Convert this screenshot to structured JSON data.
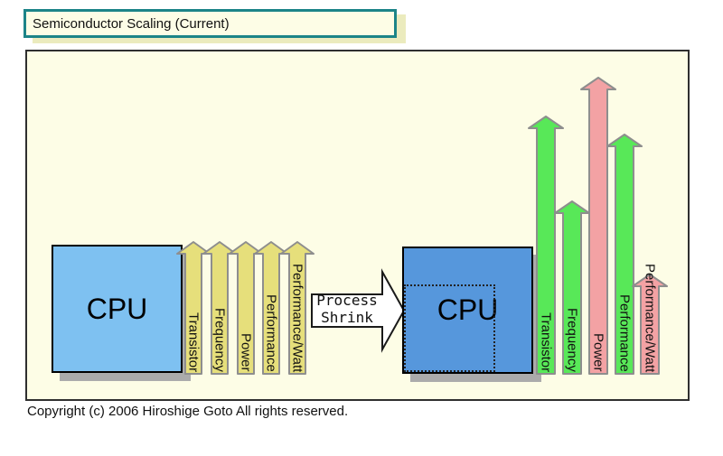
{
  "title": "Semiconductor Scaling (Current)",
  "footer": {
    "copyright": "Copyright (c) 2006 Hiroshige Goto All rights reserved."
  },
  "diagram": {
    "left_cpu_label": "CPU",
    "right_cpu_label": "CPU",
    "process_arrow": {
      "line1": "Process",
      "line2": "Shrink"
    },
    "metrics": [
      "Transistor",
      "Frequency",
      "Power",
      "Performance",
      "Performance/Watt"
    ]
  },
  "colors": {
    "yellow_arrow": "#E6DF7B",
    "green_arrow": "#58E858",
    "pink_arrow": "#F3A2A4",
    "arrow_outline": "#8E8E8E",
    "left_cpu_fill": "#7EC1F1",
    "right_cpu_fill": "#5697DC",
    "panel_bg": "#FDFDE6",
    "title_border": "#1C8488",
    "shadow_gray": "#ABABAB"
  }
}
